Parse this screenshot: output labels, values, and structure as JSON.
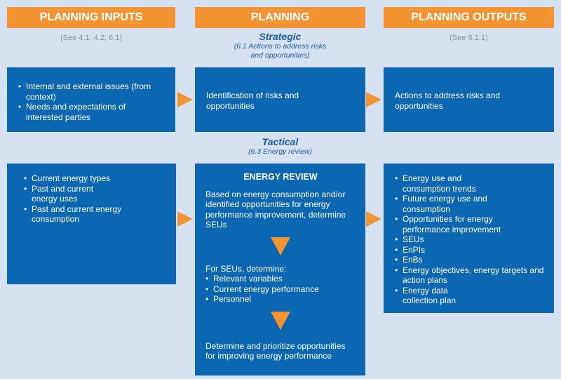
{
  "headers": {
    "inputs": "PLANNING INPUTS",
    "planning": "PLANNING",
    "outputs": "PLANNING OUTPUTS"
  },
  "refs": {
    "inputs": "(See 4.1, 4.2, 6.1)",
    "outputs": "(See 6.1.1)"
  },
  "strategic": {
    "title": "Strategic",
    "note_line1": "(6.1 Actions to address risks",
    "note_line2": "and opportunities)",
    "inputs": [
      "Internal and external issues (from context)",
      "Needs and expectations of interested parties"
    ],
    "planning": "Identification of risks and opportunities",
    "outputs": "Actions to address risks and opportunities"
  },
  "tactical": {
    "title": "Tactical",
    "note": "(6.3 Energy review)",
    "inputs": [
      "Current energy types",
      "Past and current energy uses",
      "Past and current energy consumption"
    ],
    "review": {
      "title": "ENERGY REVIEW",
      "step1": "Based on energy consumption and/or identified opportunities for energy performance improvement, determine SEUs",
      "step2_intro": "For SEUs, determine:",
      "step2_items": [
        "Relevant variables",
        "Current energy performance",
        "Personnel"
      ],
      "step3": "Determine and prioritize opportunities for improving energy performance"
    },
    "outputs": [
      "Energy use and consumption trends",
      "Future energy use and consumption",
      "Opportunities for energy performance improvement",
      "SEUs",
      "EnPIs",
      "EnBs",
      "Energy objectives, energy targets and action plans",
      "Energy data collection plan"
    ]
  }
}
